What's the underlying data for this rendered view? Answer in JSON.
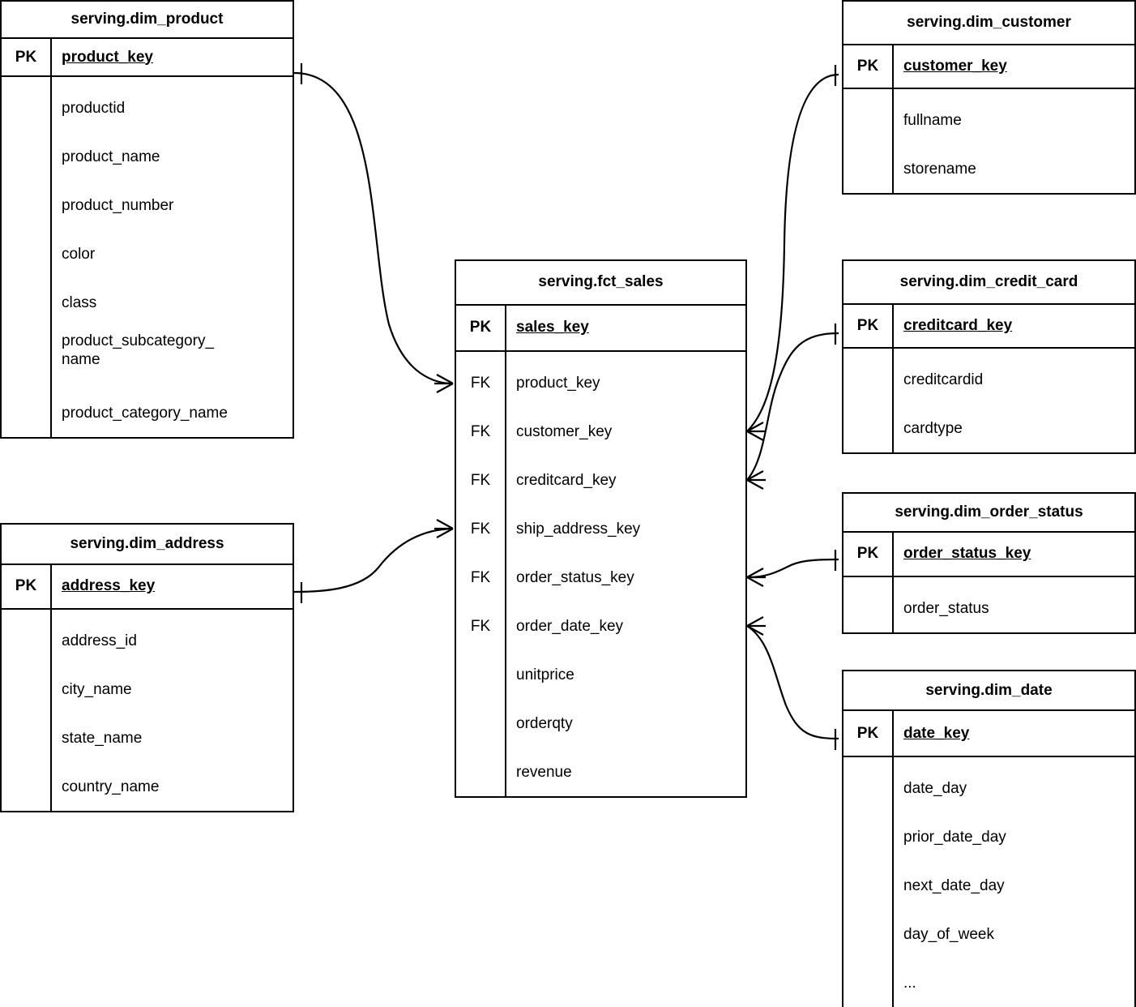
{
  "diagram": {
    "title": "Star schema ER diagram",
    "notation": "crow's foot",
    "line_color": "#000000",
    "background_color": "#ffffff",
    "key_labels": {
      "pk": "PK",
      "fk": "FK"
    }
  },
  "entities": {
    "dim_product": {
      "name": "serving.dim_product",
      "pk": {
        "key_label": "PK",
        "field": "product_key"
      },
      "attributes": [
        "productid",
        "product_name",
        "product_number",
        "color",
        "class",
        "product_subcategory_\nname",
        "product_category_name"
      ]
    },
    "dim_address": {
      "name": "serving.dim_address",
      "pk": {
        "key_label": "PK",
        "field": "address_key"
      },
      "attributes": [
        "address_id",
        "city_name",
        "state_name",
        "country_name"
      ]
    },
    "fct_sales": {
      "name": "serving.fct_sales",
      "pk": {
        "key_label": "PK",
        "field": "sales_key"
      },
      "foreign_keys": [
        {
          "key_label": "FK",
          "field": "product_key"
        },
        {
          "key_label": "FK",
          "field": "customer_key"
        },
        {
          "key_label": "FK",
          "field": "creditcard_key"
        },
        {
          "key_label": "FK",
          "field": "ship_address_key"
        },
        {
          "key_label": "FK",
          "field": "order_status_key"
        },
        {
          "key_label": "FK",
          "field": "order_date_key"
        }
      ],
      "measures": [
        "unitprice",
        "orderqty",
        "revenue"
      ]
    },
    "dim_customer": {
      "name": "serving.dim_customer",
      "pk": {
        "key_label": "PK",
        "field": "customer_key"
      },
      "attributes": [
        "fullname",
        "storename"
      ]
    },
    "dim_credit_card": {
      "name": "serving.dim_credit_card",
      "pk": {
        "key_label": "PK",
        "field": "creditcard_key"
      },
      "attributes": [
        "creditcardid",
        "cardtype"
      ]
    },
    "dim_order_status": {
      "name": "serving.dim_order_status",
      "pk": {
        "key_label": "PK",
        "field": "order_status_key"
      },
      "attributes": [
        "order_status"
      ]
    },
    "dim_date": {
      "name": "serving.dim_date",
      "pk": {
        "key_label": "PK",
        "field": "date_key"
      },
      "attributes": [
        "date_day",
        "prior_date_day",
        "next_date_day",
        "day_of_week",
        "..."
      ]
    }
  },
  "relationships": [
    {
      "from": "serving.dim_product.product_key",
      "to": "serving.fct_sales.product_key",
      "from_cardinality": "one",
      "to_cardinality": "many"
    },
    {
      "from": "serving.dim_address.address_key",
      "to": "serving.fct_sales.ship_address_key",
      "from_cardinality": "one",
      "to_cardinality": "many"
    },
    {
      "from": "serving.dim_customer.customer_key",
      "to": "serving.fct_sales.customer_key",
      "from_cardinality": "one",
      "to_cardinality": "many"
    },
    {
      "from": "serving.dim_credit_card.creditcard_key",
      "to": "serving.fct_sales.creditcard_key",
      "from_cardinality": "one",
      "to_cardinality": "many"
    },
    {
      "from": "serving.dim_order_status.order_status_key",
      "to": "serving.fct_sales.order_status_key",
      "from_cardinality": "one",
      "to_cardinality": "many"
    },
    {
      "from": "serving.dim_date.date_key",
      "to": "serving.fct_sales.order_date_key",
      "from_cardinality": "one",
      "to_cardinality": "many"
    }
  ]
}
